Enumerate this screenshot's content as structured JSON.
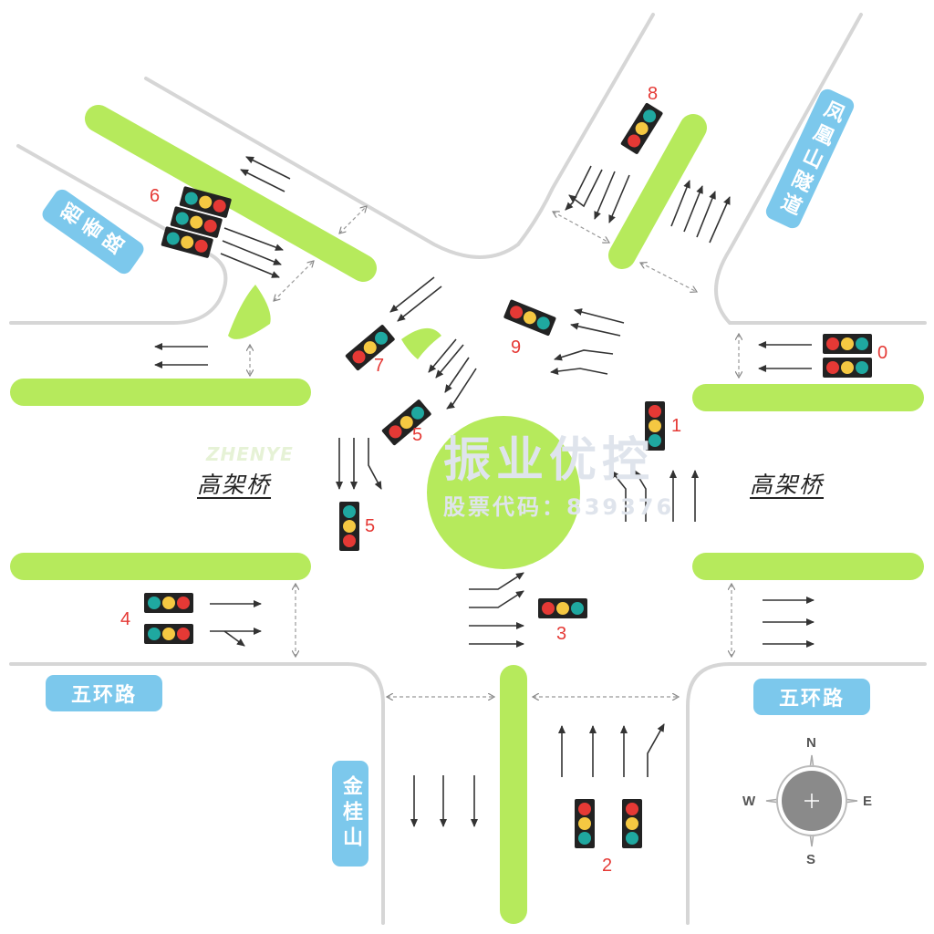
{
  "roads": {
    "daoxiang": "稻香路",
    "fenghuang": "凤凰山隧道",
    "wuhuan_west": "五环路",
    "wuhuan_east": "五环路",
    "jingui": "金桂山"
  },
  "elevated": {
    "west": "高架桥",
    "east": "高架桥"
  },
  "signals": {
    "s0": "0",
    "s1": "1",
    "s2": "2",
    "s3": "3",
    "s4": "4",
    "s5a": "5",
    "s5b": "5",
    "s6": "6",
    "s7": "7",
    "s8": "8",
    "s9": "9"
  },
  "watermark": {
    "main": "振业优控",
    "sub": "股票代码：839376",
    "logo": "ZHENYE"
  },
  "compass": {
    "n": "N",
    "s": "S",
    "e": "E",
    "w": "W"
  },
  "colors": {
    "median": "#b6ea5c",
    "road_edge": "#d6d6d6",
    "label_bg": "#7cc8ec",
    "signal_red": "#e53935",
    "signal_yellow": "#f5c842",
    "signal_green": "#1fa8a0",
    "arrow": "#333333"
  },
  "icons": {
    "compass": "compass-icon",
    "signal": "traffic-light-icon"
  }
}
